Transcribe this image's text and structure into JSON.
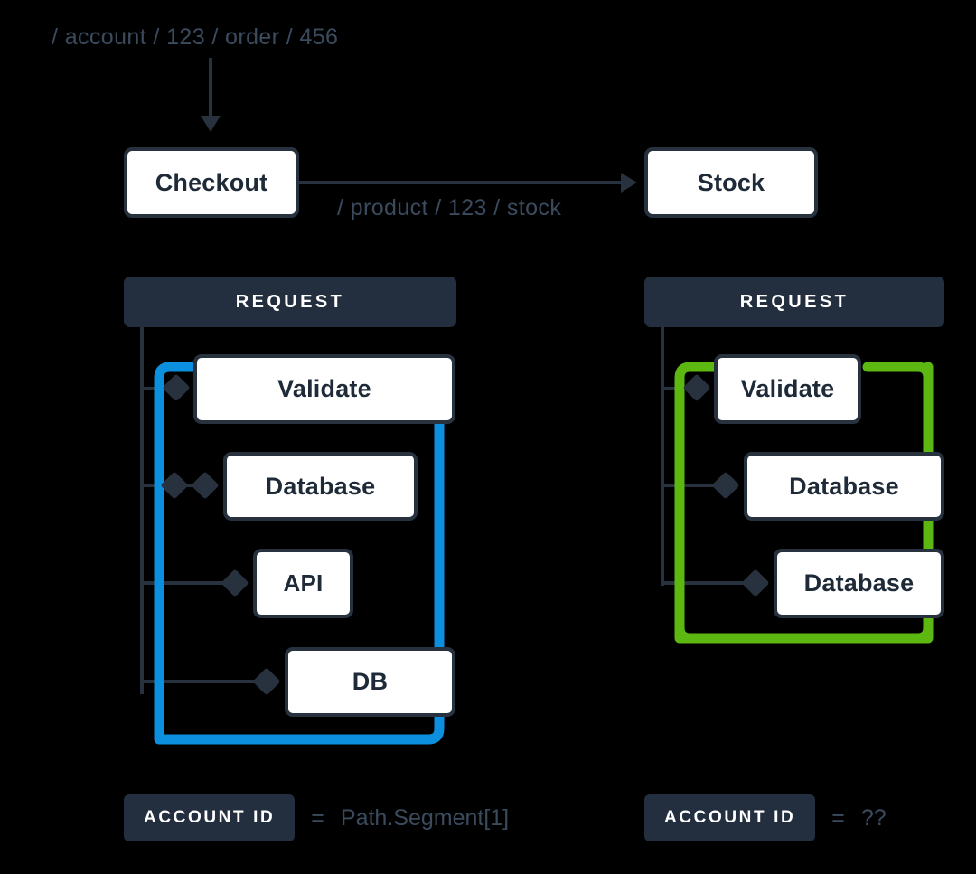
{
  "diagram": {
    "type": "request-trace-comparison",
    "background_color": "#000000",
    "ink_color": "#28323f",
    "muted_text_color": "#3b4b5e",
    "bar_color": "#232f3f"
  },
  "incoming_request": {
    "label": "/ account / 123 / order / 456",
    "arrow": "arrow-down-icon"
  },
  "services": {
    "source": {
      "label": "Checkout"
    },
    "target": {
      "label": "Stock"
    },
    "edge": {
      "label": "/ product / 123 / stock",
      "arrow": "arrow-right-icon"
    }
  },
  "columns": [
    {
      "id": "checkout-trace",
      "header": "REQUEST",
      "highlight_color": "#0d8fe0",
      "spans": [
        {
          "label": "Validate"
        },
        {
          "label": "Database"
        },
        {
          "label": "API"
        },
        {
          "label": "DB"
        }
      ],
      "footer": {
        "badge": "ACCOUNT ID",
        "equals": "=",
        "value": "Path.Segment[1]"
      }
    },
    {
      "id": "stock-trace",
      "header": "REQUEST",
      "highlight_color": "#5cb811",
      "spans": [
        {
          "label": "Validate"
        },
        {
          "label": "Database"
        },
        {
          "label": "Database"
        }
      ],
      "footer": {
        "badge": "ACCOUNT ID",
        "equals": "=",
        "value": "??"
      }
    }
  ]
}
